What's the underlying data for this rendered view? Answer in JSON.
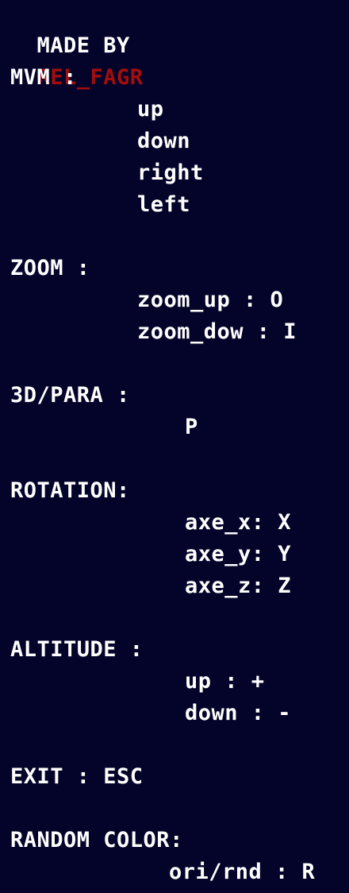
{
  "credit": {
    "prefix": "MADE BY",
    "author": "REL_FAGR"
  },
  "colors": {
    "background": "#04042a",
    "text": "#ffffff",
    "author": "#a40d0d"
  },
  "sections": {
    "mvm": {
      "title": "MVM :",
      "items": [
        "up",
        "down",
        "right",
        "left"
      ]
    },
    "zoom": {
      "title": "ZOOM :",
      "items": [
        "zoom_up : O",
        "zoom_dow : I"
      ]
    },
    "projection": {
      "title": "3D/PARA :",
      "items": [
        "P"
      ]
    },
    "rotation": {
      "title": "ROTATION:",
      "items": [
        "axe_x: X",
        "axe_y: Y",
        "axe_z: Z"
      ]
    },
    "altitude": {
      "title": "ALTITUDE :",
      "items": [
        "up : +",
        "down : -"
      ]
    },
    "exit": {
      "title": "EXIT : ESC"
    },
    "random_color": {
      "title": "RANDOM COLOR:",
      "items": [
        "ori/rnd : R"
      ]
    }
  }
}
